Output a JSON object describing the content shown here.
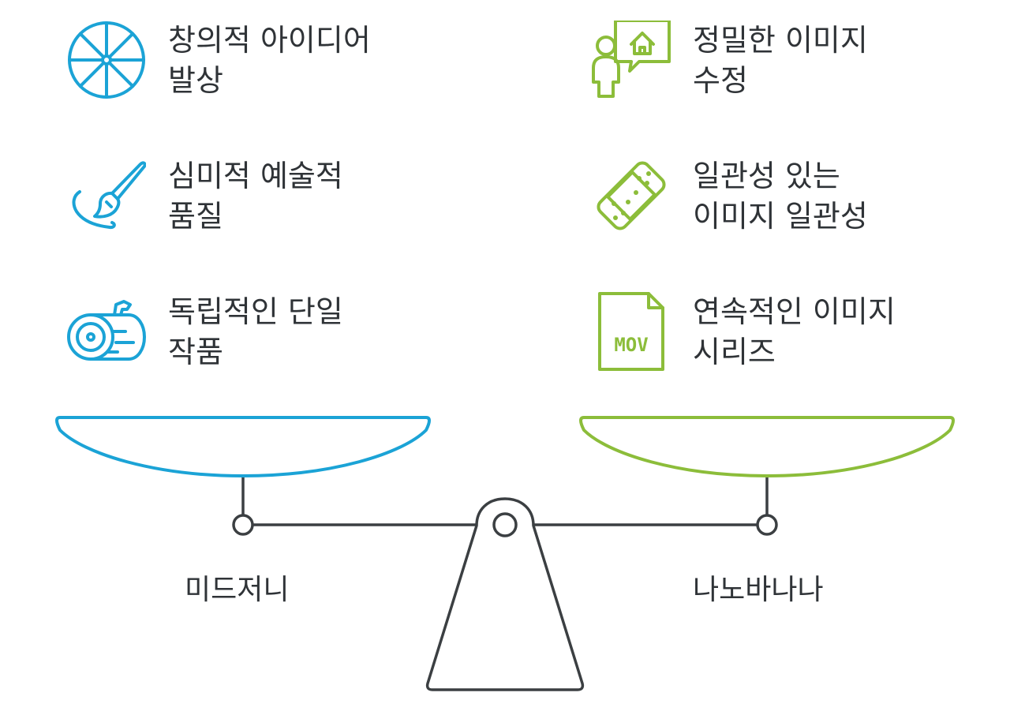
{
  "left": {
    "name": "미드저니",
    "color": "#1ba3d6",
    "features": [
      {
        "icon": "wheel-icon",
        "text": "창의적 아이디어\n발상"
      },
      {
        "icon": "paintbrush-icon",
        "text": "심미적 예술적\n품질"
      },
      {
        "icon": "log-icon",
        "text": "독립적인 단일\n작품"
      }
    ]
  },
  "right": {
    "name": "나노바나나",
    "color": "#8cbd3a",
    "features": [
      {
        "icon": "person-house-bubble-icon",
        "text": "정밀한 이미지\n수정"
      },
      {
        "icon": "bandage-icon",
        "text": "일관성 있는\n이미지 일관성"
      },
      {
        "icon": "mov-file-icon",
        "text": "연속적인 이미지\n시리즈"
      }
    ]
  },
  "file_icon_text": "MOV",
  "scale_color": "#3b3f42"
}
